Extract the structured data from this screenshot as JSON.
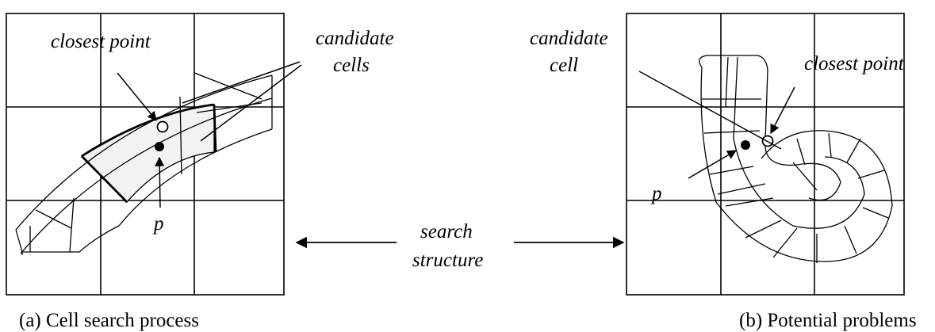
{
  "panel_a": {
    "label_closest_point": "closest point",
    "label_candidate_cells_1": "candidate",
    "label_candidate_cells_2": "cells",
    "label_p": "p",
    "caption": "(a) Cell search process"
  },
  "center": {
    "label_search_1": "search",
    "label_search_2": "structure"
  },
  "panel_b": {
    "label_candidate_cell_1": "candidate",
    "label_candidate_cell_2": "cell",
    "label_closest_point": "closest point",
    "label_p": "p",
    "caption": "(b) Potential problems"
  },
  "colors": {
    "ink": "#000000",
    "cell_fill": "#f2f2f2",
    "background": "#ffffff"
  }
}
